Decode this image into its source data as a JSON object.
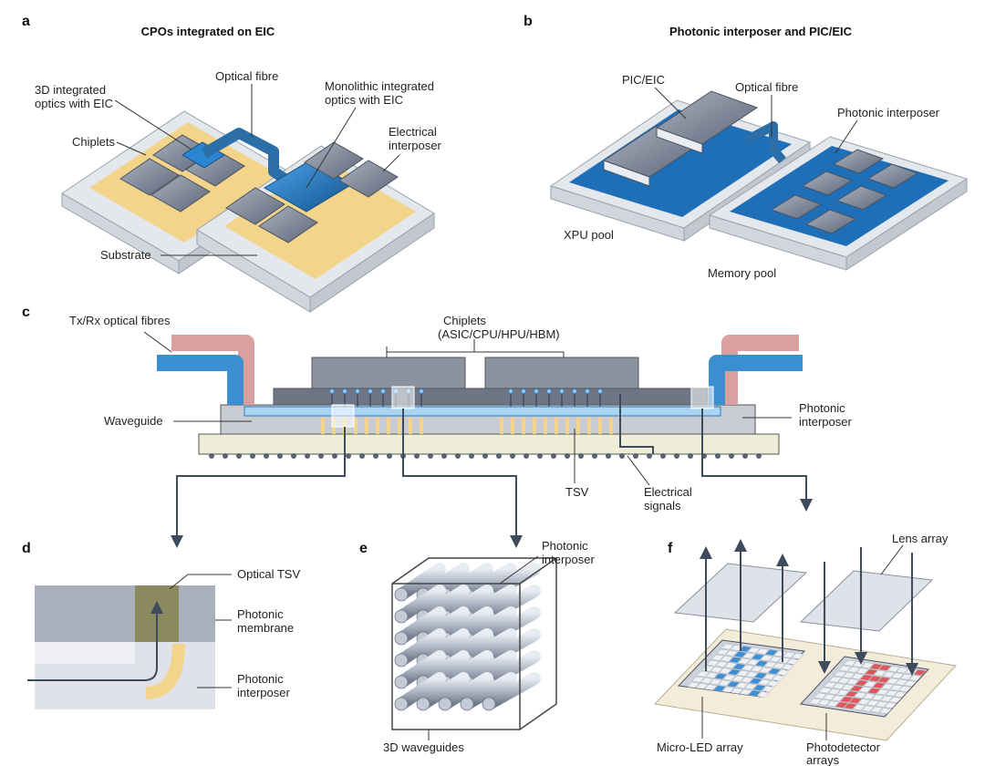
{
  "panels": {
    "a": {
      "letter": "a",
      "title": "CPOs integrated on EIC"
    },
    "b": {
      "letter": "b",
      "title": "Photonic interposer and PIC/EIC"
    },
    "c": {
      "letter": "c"
    },
    "d": {
      "letter": "d"
    },
    "e": {
      "letter": "e"
    },
    "f": {
      "letter": "f"
    }
  },
  "labels": {
    "a_3d_1": "3D integrated",
    "a_3d_2": "optics with EIC",
    "a_chiplets": "Chiplets",
    "a_fibre": "Optical fibre",
    "a_mono_1": "Monolithic integrated",
    "a_mono_2": "optics with EIC",
    "a_elec_1": "Electrical",
    "a_elec_2": "interposer",
    "a_substrate": "Substrate",
    "b_piceic": "PIC/EIC",
    "b_fibre": "Optical fibre",
    "b_interposer": "Photonic interposer",
    "b_xpu": "XPU pool",
    "b_memory": "Memory pool",
    "c_txrx": "Tx/Rx optical fibres",
    "c_chiplets_1": "Chiplets",
    "c_chiplets_2": "(ASIC/CPU/HPU/HBM)",
    "c_waveguide": "Waveguide",
    "c_interposer_1": "Photonic",
    "c_interposer_2": "interposer",
    "c_tsv": "TSV",
    "c_elec_1": "Electrical",
    "c_elec_2": "signals",
    "d_tsv": "Optical TSV",
    "d_membrane_1": "Photonic",
    "d_membrane_2": "membrane",
    "d_interposer_1": "Photonic",
    "d_interposer_2": "interposer",
    "e_interposer_1": "Photonic",
    "e_interposer_2": "interposer",
    "e_waveguides": "3D waveguides",
    "f_lens": "Lens array",
    "f_microled": "Micro-LED array",
    "f_photo_1": "Photodetector",
    "f_photo_2": "arrays"
  },
  "colors": {
    "substrate": "#eef0f3",
    "chip": "#6b7588",
    "photonic_blue": "#1e6fb8",
    "electrical_yellow": "#f2d48a",
    "fibre_blue": "#3a8fd0",
    "fibre_pink": "#d9a0a0",
    "led_blue": "#3b8fd4",
    "detector_red": "#e0565a"
  }
}
